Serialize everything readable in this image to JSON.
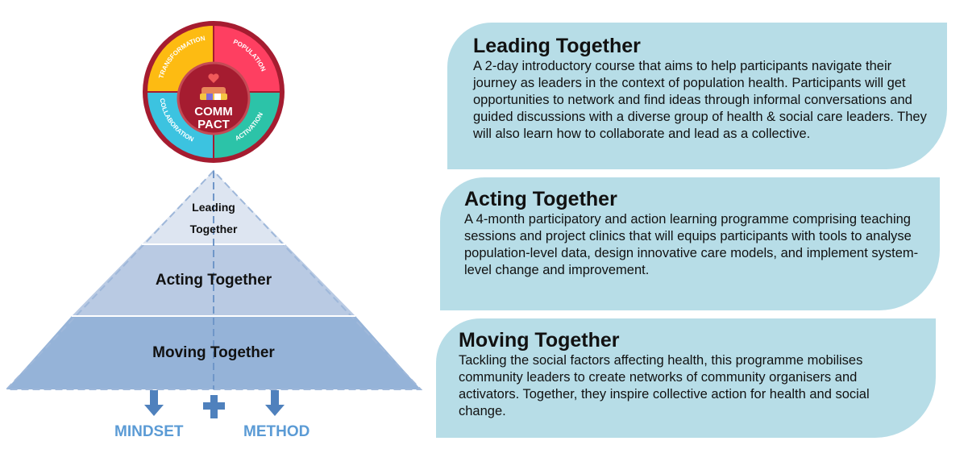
{
  "logo": {
    "center_text_1": "COMM",
    "center_text_2": "PACT",
    "segments": [
      "TRANSFORMATION",
      "POPULATION",
      "ACTIVATION",
      "COLLABORATION"
    ],
    "colors": {
      "transformation": "#fdbb12",
      "population": "#fe3f61",
      "activation": "#2cc3a8",
      "collaboration": "#3cc3e0",
      "ring": "#a51c30"
    }
  },
  "pyramid": {
    "levels": [
      "Leading Together",
      "Acting Together",
      "Moving Together"
    ],
    "top_line1": "Leading",
    "top_line2": "Together",
    "outcomes": {
      "left": "MINDSET",
      "right": "METHOD"
    }
  },
  "cards": [
    {
      "title": "Leading Together",
      "body": "A 2-day introductory course that aims to help participants navigate their journey as leaders in the context of population health. Participants will get opportunities to network and find ideas through informal conversations and guided discussions with a diverse group of health & social care leaders. They will also learn how to collaborate and lead as a collective."
    },
    {
      "title": "Acting Together",
      "body": "A 4-month participatory and action learning programme comprising teaching sessions and project clinics that will equips participants with tools to analyse population-level data, design innovative care models, and implement system-level change and improvement."
    },
    {
      "title": "Moving Together",
      "body": "Tackling the social factors affecting health, this programme mobilises community leaders to create networks of community organisers and activators. Together, they inspire collective action for health and social change."
    }
  ]
}
